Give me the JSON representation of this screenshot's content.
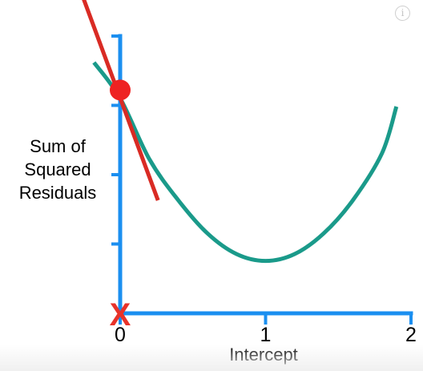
{
  "chart_data": {
    "type": "line",
    "title": "",
    "xlabel": "Intercept",
    "ylabel_lines": [
      "Sum of",
      "Squared",
      "Residuals"
    ],
    "xlim": [
      0,
      2
    ],
    "x_ticks": [
      {
        "value": 0,
        "label": "0"
      },
      {
        "value": 1,
        "label": "1"
      },
      {
        "value": 2,
        "label": "2"
      }
    ],
    "y_tick_count": 4,
    "grid": false,
    "series": [
      {
        "kind": "curve",
        "color": "#1a9a8a",
        "x": [
          -0.18,
          0.0,
          0.2,
          0.4,
          0.6,
          0.8,
          1.0,
          1.2,
          1.4,
          1.6,
          1.8,
          1.9
        ],
        "y": [
          1.82,
          1.56,
          1.12,
          0.82,
          0.58,
          0.43,
          0.38,
          0.43,
          0.58,
          0.82,
          1.16,
          1.5
        ]
      },
      {
        "kind": "tangent-line",
        "color": "#d92b24",
        "x": [
          -0.3,
          0.26
        ],
        "y": [
          2.42,
          0.82
        ]
      }
    ],
    "highlight_point": {
      "x": 0.0,
      "y": 1.62,
      "color": "#ee2222"
    },
    "x_marker": {
      "x": 0.0,
      "symbol": "X",
      "color": "#e8332a"
    },
    "axis_color": "#1b8ff0"
  },
  "ui": {
    "info_icon_glyph": "i"
  }
}
